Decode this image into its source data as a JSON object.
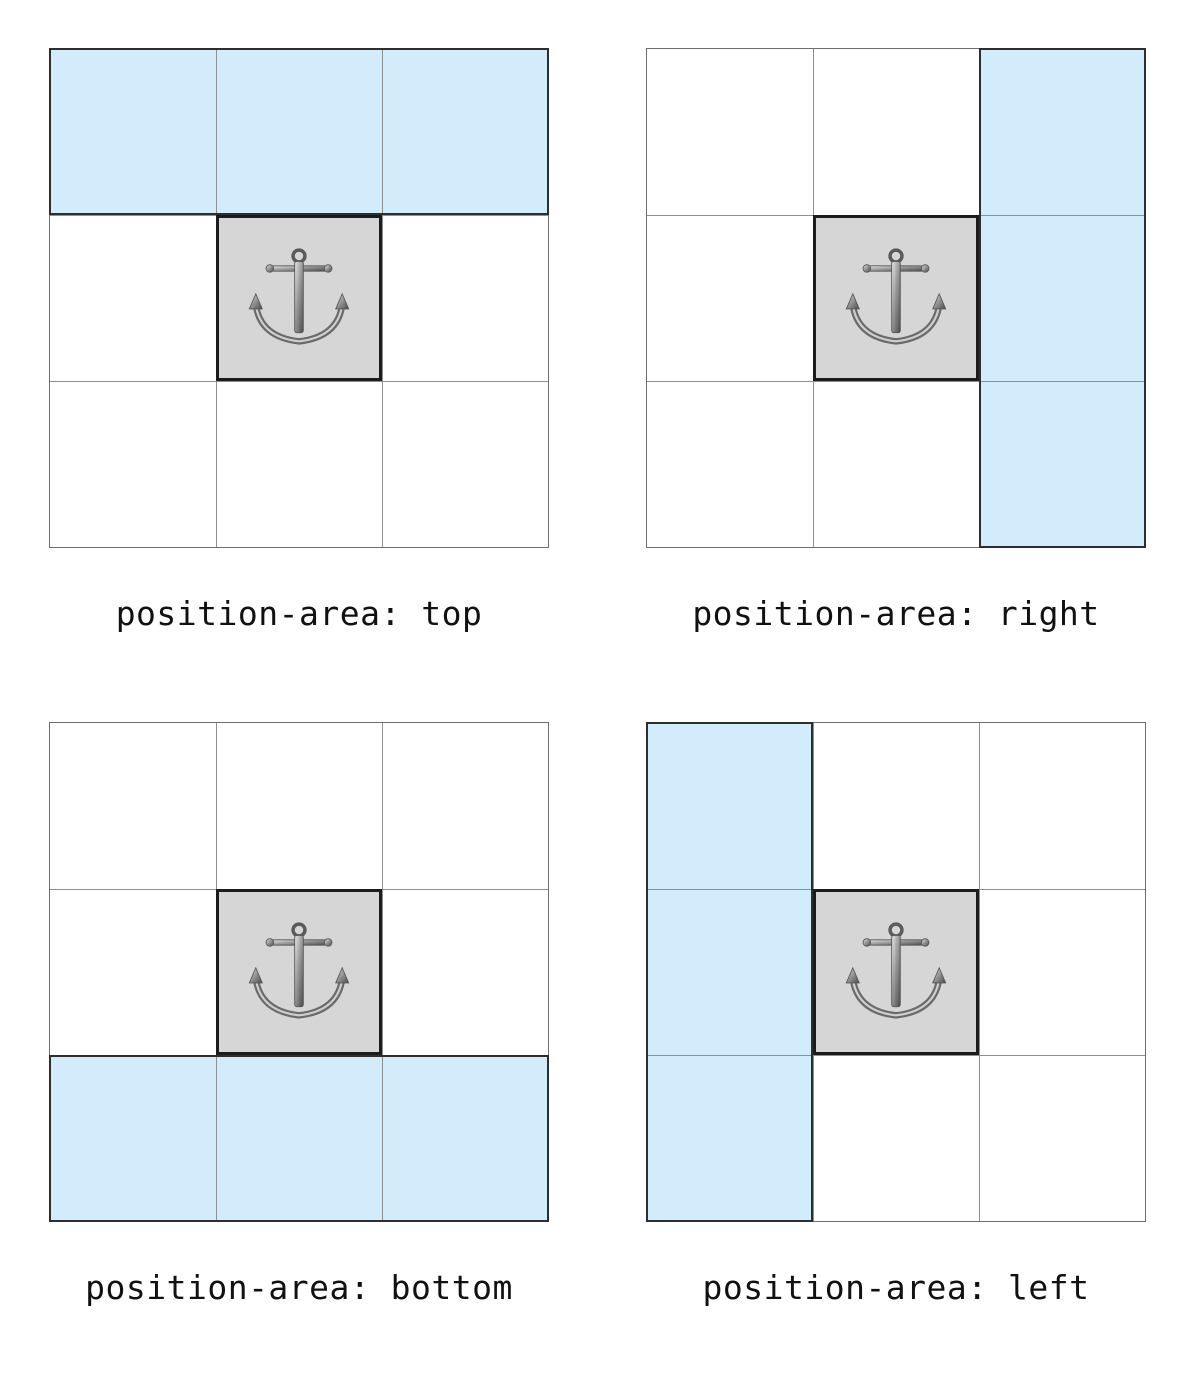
{
  "panels": [
    {
      "caption": "position-area: top",
      "highlight": "top"
    },
    {
      "caption": "position-area: right",
      "highlight": "right"
    },
    {
      "caption": "position-area: bottom",
      "highlight": "bottom"
    },
    {
      "caption": "position-area: left",
      "highlight": "left"
    }
  ],
  "colors": {
    "highlight": "#d3ecfc",
    "anchor_cell": "#d6d6d6",
    "grid_line": "#8f8f8f",
    "border_dark": "#2e2e2e"
  },
  "icons": {
    "anchor": "anchor-icon"
  }
}
